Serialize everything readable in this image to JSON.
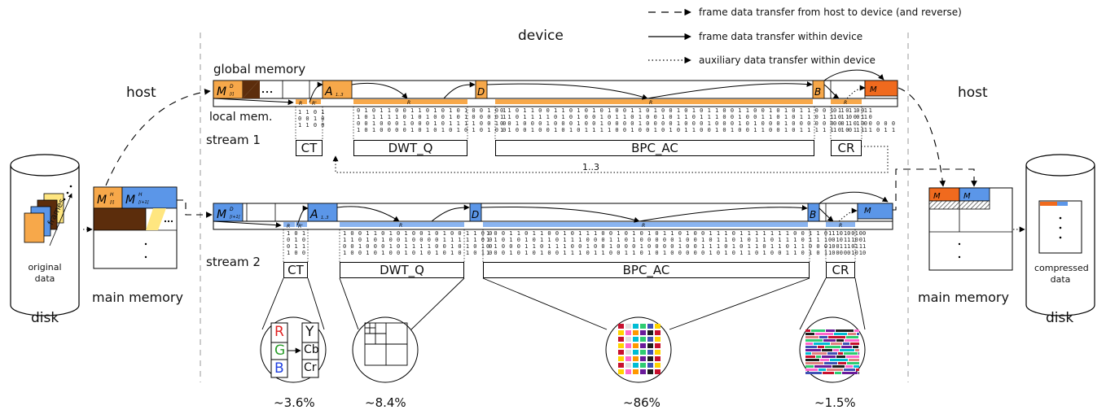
{
  "legend": [
    {
      "style": "dashed",
      "label": "frame data transfer from host to device (and reverse)"
    },
    {
      "style": "solid",
      "label": "frame data transfer within device"
    },
    {
      "style": "dotted",
      "label": "auxiliary data transfer within device"
    }
  ],
  "regions": {
    "device": "device",
    "host_left": "host",
    "host_right": "host"
  },
  "labels": {
    "global_memory": "global memory",
    "local_memory": "local mem.",
    "stream1": "stream 1",
    "stream2": "stream 2",
    "main_memory_left": "main memory",
    "main_memory_right": "main memory",
    "disk_left": "disk",
    "disk_right": "disk",
    "original_data": "original\ndata",
    "compressed_data": "compressed\ndata",
    "frames": "frames",
    "loop": "1..3"
  },
  "kernels": [
    "CT",
    "DWT_Q",
    "BPC_AC",
    "CR"
  ],
  "percentages": [
    "~3.6%",
    "~8.4%",
    "~86%",
    "~1.5%"
  ],
  "colors": {
    "orange": "#f7a84a",
    "dark_orange": "#f06a1e",
    "blue": "#5b96e8",
    "light_blue": "#8ab4f0",
    "brown": "#5c2d0c",
    "yellow": "#ffe680",
    "gray": "#bbbbbb"
  },
  "ct_inset": {
    "left": [
      "R",
      "G",
      "B"
    ],
    "right": [
      "Y",
      "Cb",
      "Cr"
    ],
    "left_colors": [
      "#e02020",
      "#2a9d2a",
      "#2040e0"
    ]
  },
  "bits": {
    "s1_ct": [
      "1101",
      "0010",
      "1100"
    ],
    "s1_dwt": [
      "01011001101010100101",
      "10111101010010100001",
      "00100010001011110010",
      "10100001010101010100"
    ],
    "s1_bpc": [
      "0101100110101010011010010101100110010101100110101",
      "1101111010100101101001011011100100110101101101010",
      "0010001000100100001000010001000101000100000001000000",
      "1100100101011110010010101100101001100101111100111011"
    ],
    "s1_cr": [
      "01101",
      "11001",
      "00110",
      "11011"
    ],
    "s2_ct": [
      "101",
      "010",
      "011",
      "100"
    ],
    "s2_dwt": [
      "10011010100101001100",
      "11010100100001111100",
      "00100010111100101010",
      "10010100101010101010"
    ],
    "s2_bpc": [
      "10011011001011100101010110100111011111110011010010",
      "11010101101110001101000001001011010110111011100101",
      "01000110111001001000100001001110101101101100001111",
      "10010101001110110011010100000101011010011010100000"
    ],
    "s2_cr": [
      "11100",
      "01110",
      "10101",
      "10011"
    ]
  }
}
